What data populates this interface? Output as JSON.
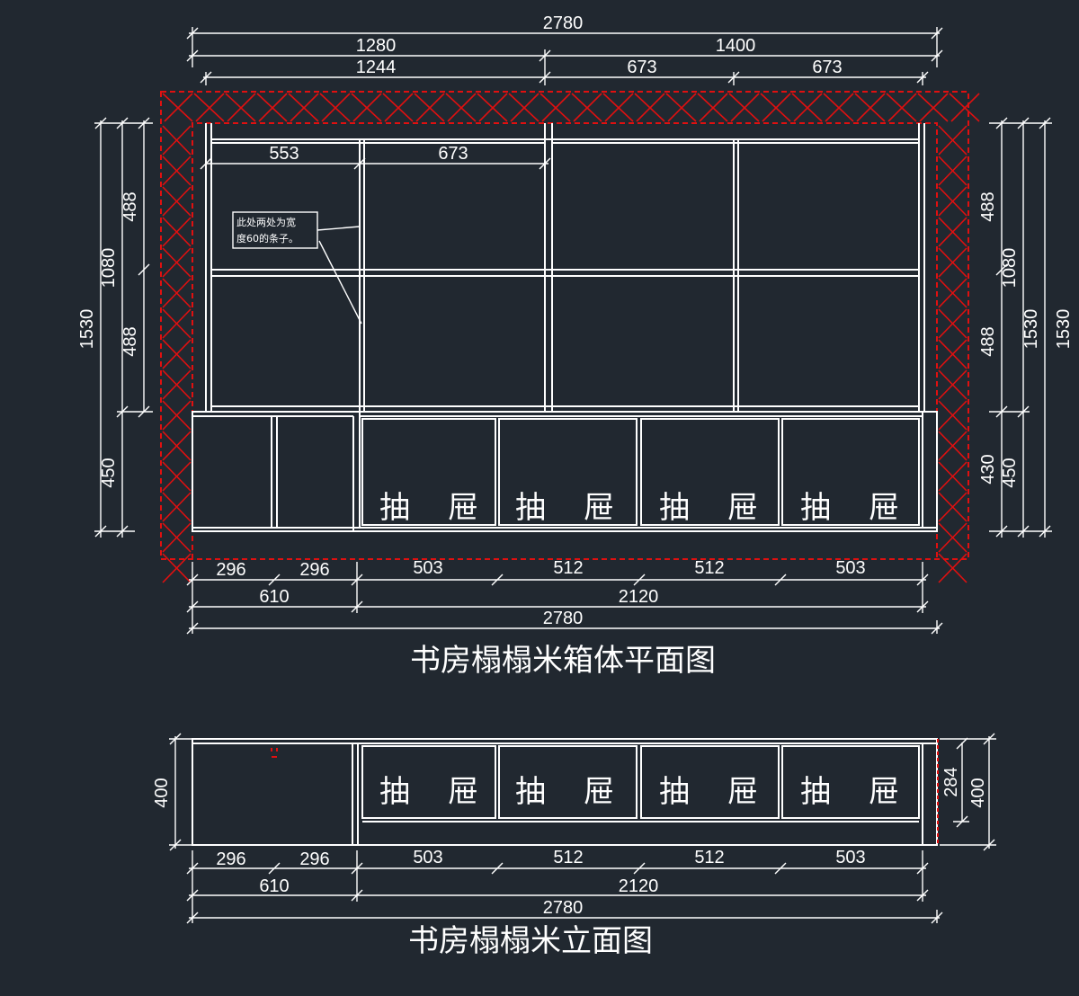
{
  "plan": {
    "title": "书房榻榻米箱体平面图",
    "note_line1": "此处两处为宽",
    "note_line2": "度60的条子。",
    "drawer_char1": "抽",
    "drawer_char2": "屉",
    "top_dims": {
      "total": "2780",
      "left": "1280",
      "right": "1400",
      "inner_left": "1244",
      "inner_mid": "673",
      "inner_right": "673",
      "cell_left": "553",
      "cell_right": "673"
    },
    "left_dims": {
      "total": "1530",
      "upper": "1080",
      "shelf_top": "488",
      "shelf_bottom": "488",
      "base": "450"
    },
    "right_dims": {
      "total_outer": "1530",
      "total_inner": "1530",
      "upper": "1080",
      "shelf_top": "488",
      "shelf_bottom": "488",
      "base_inner": "430",
      "base_outer": "450"
    },
    "bottom_dims": {
      "seg1": "296",
      "seg2": "296",
      "seg3": "503",
      "seg4": "512",
      "seg5": "512",
      "seg6": "503",
      "group_left": "610",
      "group_right": "2120",
      "total": "2780"
    }
  },
  "elevation": {
    "title": "书房榻榻米立面图",
    "left_height": "400",
    "right_inner": "284",
    "right_outer": "400",
    "bottom_dims": {
      "seg1": "296",
      "seg2": "296",
      "seg3": "503",
      "seg4": "512",
      "seg5": "512",
      "seg6": "503",
      "group_left": "610",
      "group_right": "2120",
      "total": "2780"
    }
  },
  "colors": {
    "background": "#212830",
    "line": "#ffffff",
    "wall": "#e01010"
  }
}
